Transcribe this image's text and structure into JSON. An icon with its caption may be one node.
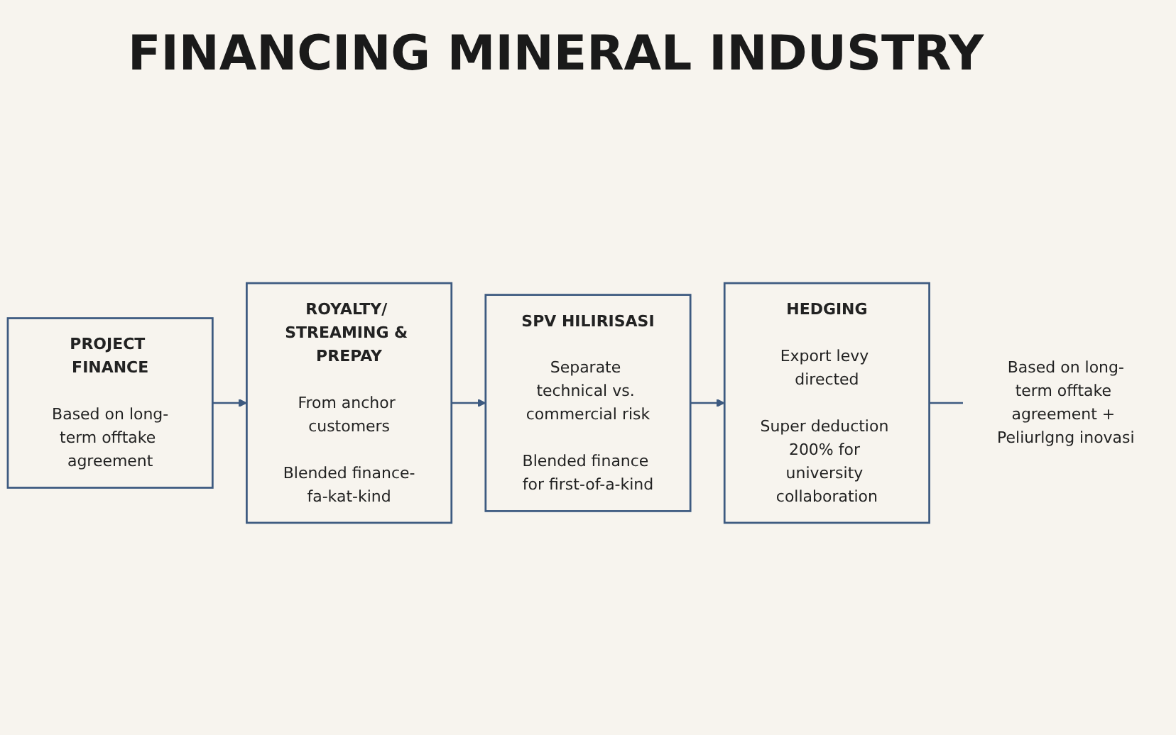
{
  "diagram": {
    "title": "FINANCING MINERAL INDUSTRY",
    "nodes": [
      {
        "text": [
          "PROJECT FINANCE",
          "Based on long-term offtake agreement"
        ]
      },
      {
        "text": [
          "ROYALTY/ STREAMING & PREPAY",
          "From anchor customers",
          "Blended finance-fa-kat-kind"
        ]
      },
      {
        "text": [
          "SPV HILIRISASI",
          "Separate technical vs. commercial risk",
          "Blended finance for first-of-a-kind"
        ]
      },
      {
        "text": [
          "HEDGING",
          "Export levy directed",
          "Super deduction 200% for university collaboration"
        ]
      },
      {
        "text": [
          "Based on long-term offtake agreement",
          "+",
          "Peliurlgng inovasi"
        ]
      }
    ],
    "edges": [
      {
        "from": 0,
        "to": 1,
        "arrow": "to"
      },
      {
        "from": 1,
        "to": 2,
        "arrow": "to"
      },
      {
        "from": 2,
        "to": 3,
        "arrow": "to"
      },
      {
        "from": 3,
        "to": 4,
        "arrow": "none"
      }
    ]
  }
}
